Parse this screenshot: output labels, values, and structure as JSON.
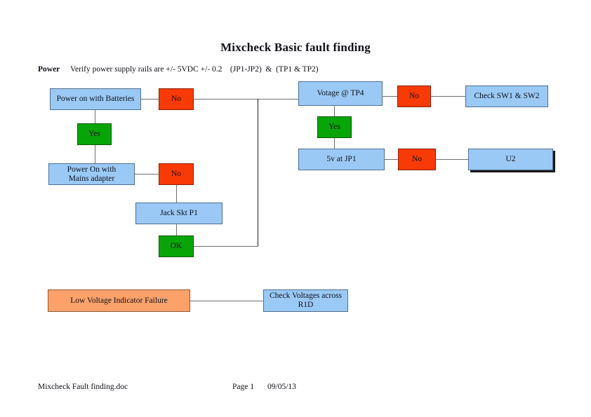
{
  "document": {
    "title": "Mixcheck Basic fault finding",
    "power_label": "Power",
    "power_note": "Verify power supply rails are +/- 5VDC +/- 0.2    (JP1-JP2)  &  (TP1 & TP2)"
  },
  "colors": {
    "blue": "#9AC9F5",
    "red": "#F83A06",
    "green": "#07A507",
    "orange": "#FBA169",
    "connector": "#6e6e6e",
    "text": "#101018",
    "page_background": "#ffffff"
  },
  "nodes": {
    "power_on_batteries": "Power on with Batteries",
    "no_batteries": "No",
    "yes_batteries": "Yes",
    "power_on_mains": "Power On with\nMains adapter",
    "no_mains": "No",
    "jack_skt_p1": "Jack Skt P1",
    "ok_jack": "OK",
    "votage_tp4": "Votage @ TP4",
    "no_tp4": "No",
    "check_sw1_sw2": "Check SW1 & SW2",
    "yes_tp4": "Yes",
    "five_v_at_jp1": "5v at JP1",
    "no_jp1": "No",
    "u2": "U2",
    "low_voltage_indicator_failure": "Low Voltage Indicator Failure",
    "check_voltages_r1d": "Check Voltages across\nR1D"
  },
  "footer": {
    "doc_name": "Mixcheck Fault finding.doc",
    "page": "Page 1",
    "date": "09/05/13"
  }
}
